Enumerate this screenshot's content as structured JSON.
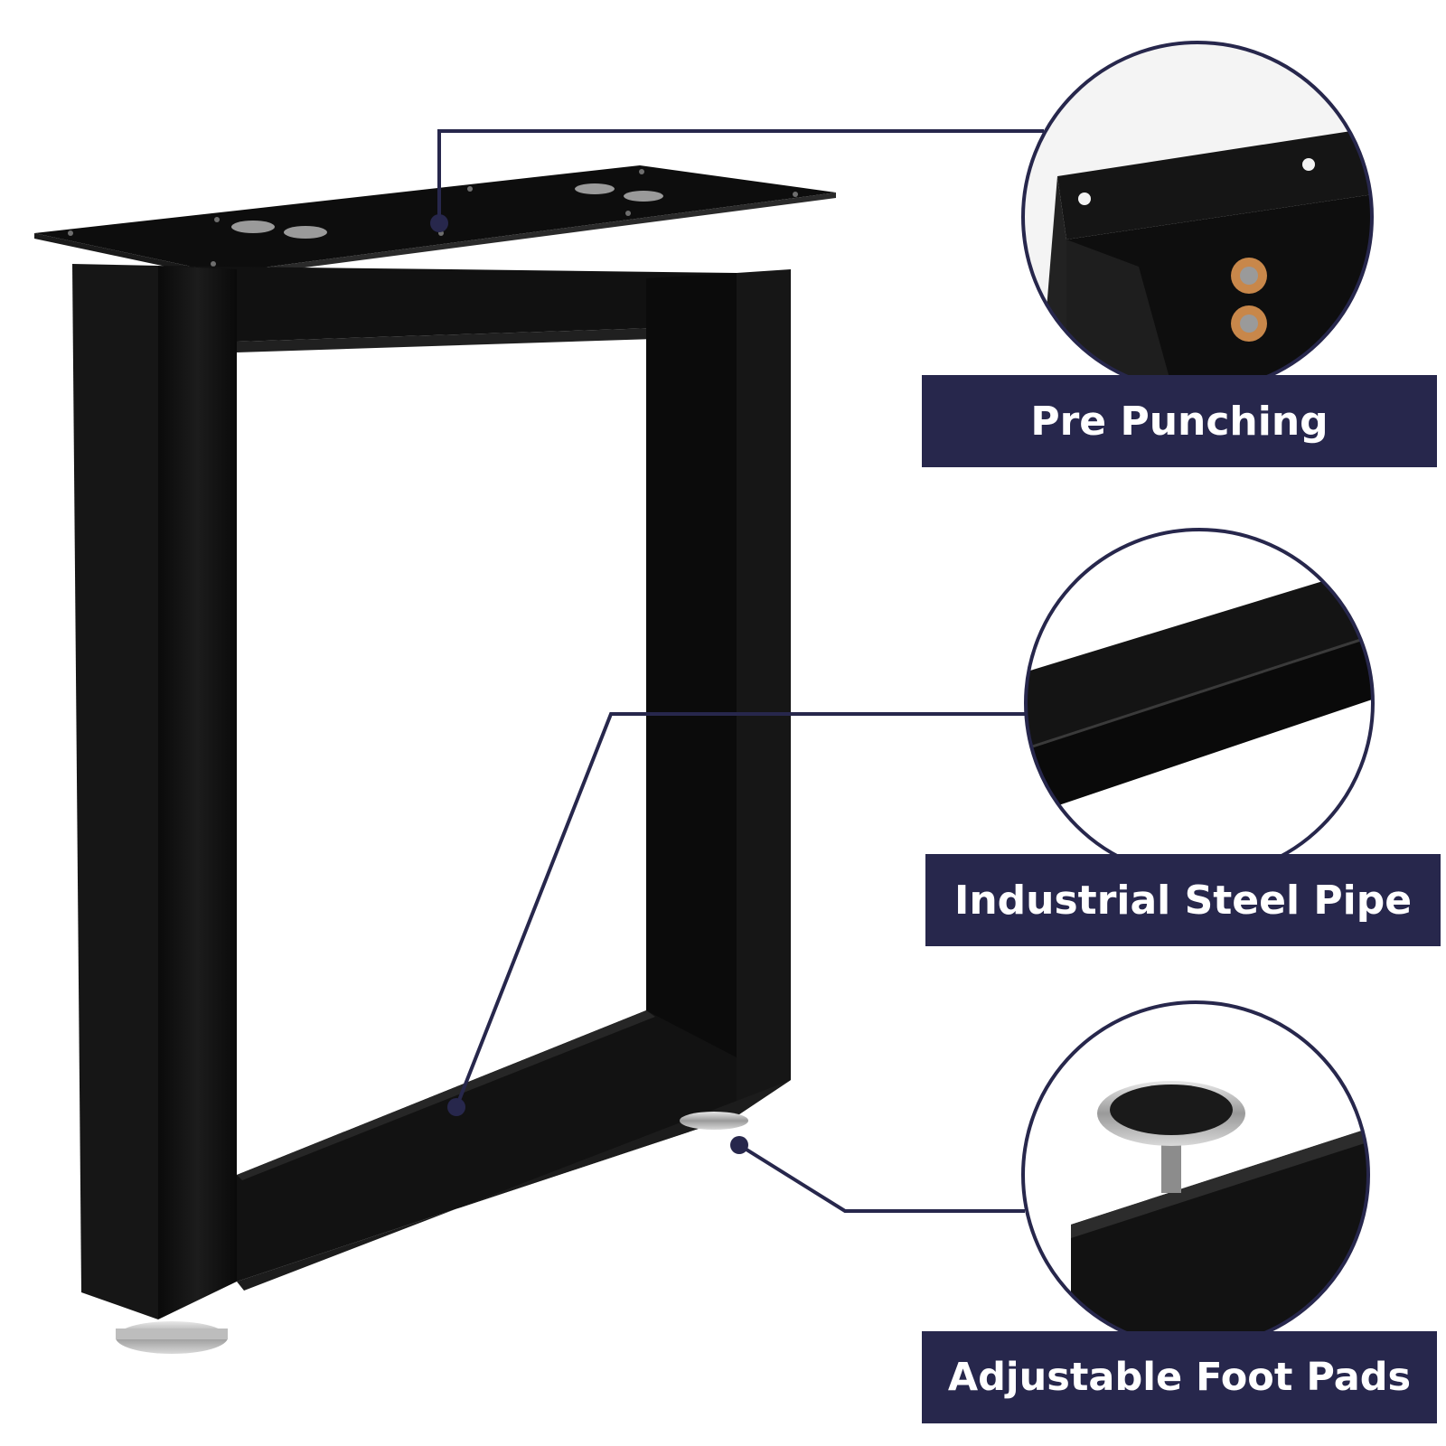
{
  "features": [
    {
      "label": "Pre Punching",
      "icon": "mounting-plate-closeup-icon"
    },
    {
      "label": "Industrial Steel Pipe",
      "icon": "steel-pipe-closeup-icon"
    },
    {
      "label": "Adjustable Foot Pads",
      "icon": "foot-pad-closeup-icon"
    }
  ],
  "colors": {
    "banner": "#27274c",
    "callout_line": "#27274c",
    "steel": "#111111",
    "background": "#ffffff"
  }
}
